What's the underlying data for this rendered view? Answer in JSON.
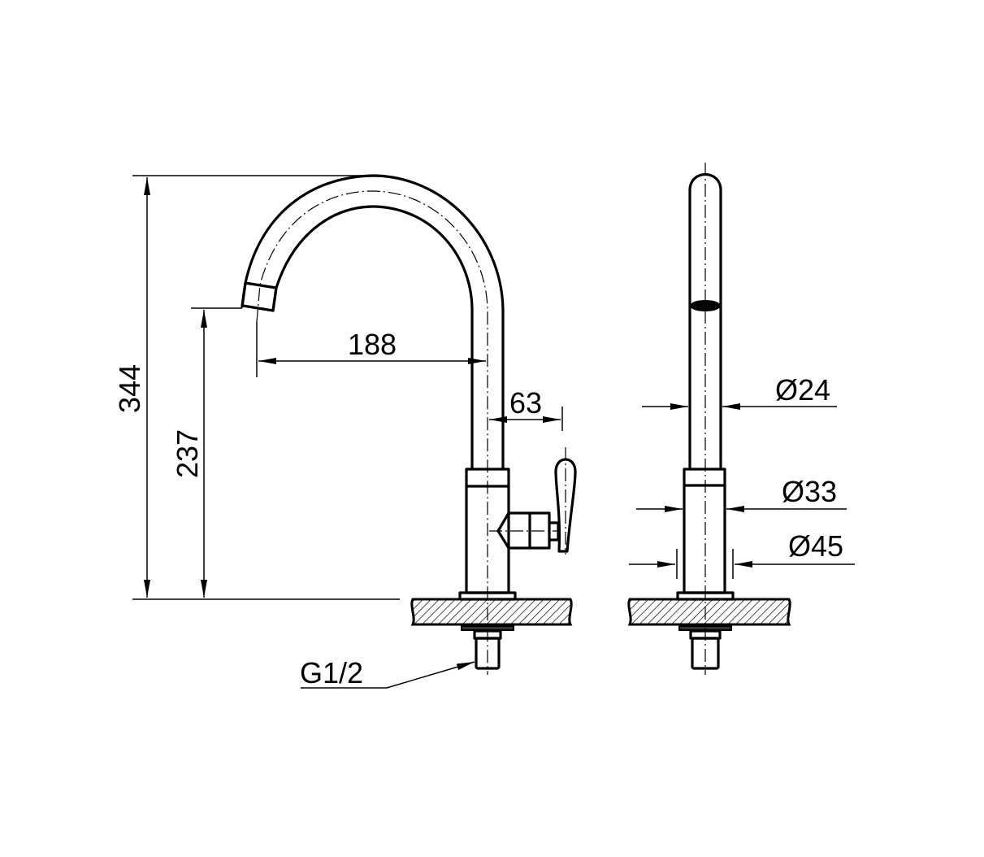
{
  "drawing": {
    "title": "Kitchen faucet dimension drawing",
    "views": [
      "side-view",
      "front-view"
    ],
    "colors": {
      "line": "#000000",
      "background": "#ffffff",
      "hatch": "#000000"
    }
  },
  "dimensions": {
    "total_height": "344",
    "spout_height": "237",
    "spout_reach": "188",
    "handle_offset": "63",
    "spout_diameter": "Ø24",
    "body_diameter": "Ø33",
    "base_diameter": "Ø45",
    "thread": "G1/2"
  }
}
